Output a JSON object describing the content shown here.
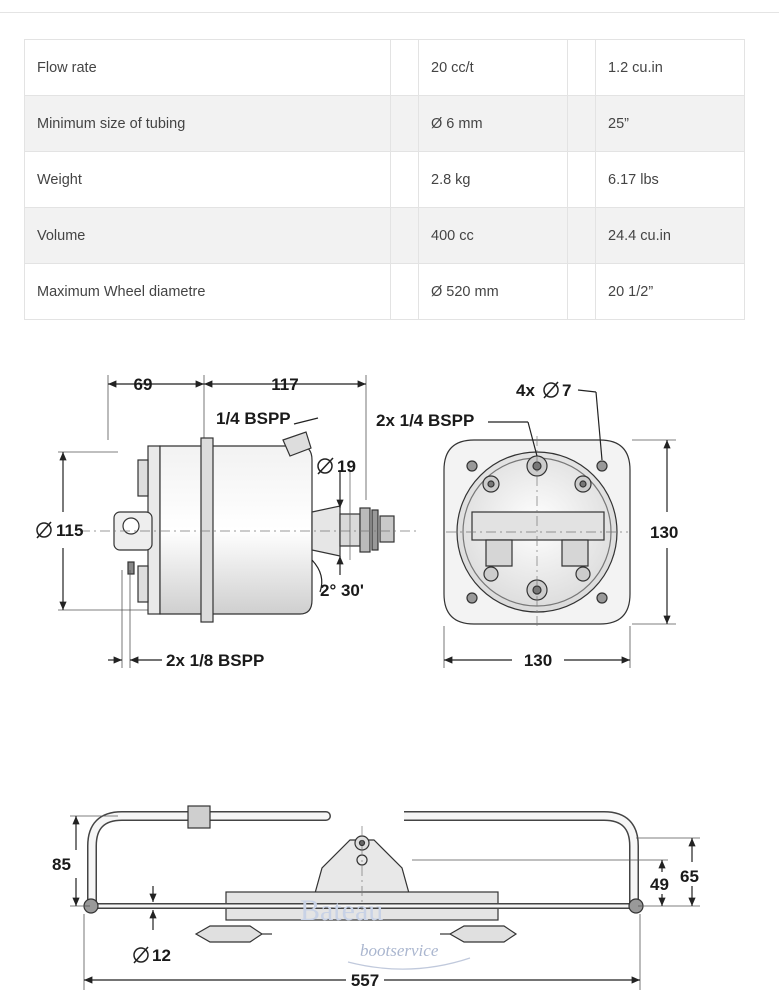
{
  "specs": [
    {
      "label": "Flow rate",
      "metric": "20 cc/t",
      "imperial": "1.2 cu.in"
    },
    {
      "label": "Minimum size of tubing",
      "metric": "Ø 6 mm",
      "imperial": "25”"
    },
    {
      "label": "Weight",
      "metric": "2.8 kg",
      "imperial": "6.17 lbs"
    },
    {
      "label": "Volume",
      "metric": "400 cc",
      "imperial": "24.4 cu.in"
    },
    {
      "label": "Maximum Wheel diametre",
      "metric": "Ø 520 mm",
      "imperial": "20 1/2”"
    }
  ],
  "drawing_side": {
    "dim_69": "69",
    "dim_117": "117",
    "port_top": "1/4 BSPP",
    "dia_19": "19",
    "dia_115": "115",
    "angle": "2° 30'",
    "port_bottom": "2x 1/8 BSPP"
  },
  "drawing_front": {
    "holes": "4x",
    "hole_dia": "7",
    "ports": "2x 1/4 BSPP",
    "height": "130",
    "width": "130"
  },
  "drawing_bracket": {
    "dim_85": "85",
    "dim_49": "49",
    "dim_65": "65",
    "dia_12": "12",
    "dim_557": "557"
  },
  "watermark": {
    "line1": "Bateau",
    "line2": "bootservice"
  }
}
